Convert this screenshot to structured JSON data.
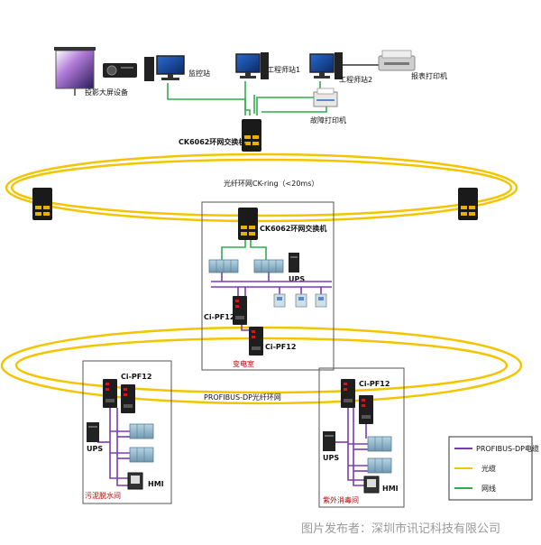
{
  "colors": {
    "fiber": "#f5c400",
    "profibus": "#7a3bb5",
    "ethernet": "#2fae4f",
    "substation_label": "#c00000"
  },
  "control_room": {
    "projector": "投影大屏设备",
    "monitor_station": "监控站",
    "engineer1": "工程师站1",
    "engineer2": "工程师站2",
    "report_printer": "报表打印机",
    "fault_printer": "故障打印机",
    "core_switch": "CK6062环网交换机"
  },
  "ring_fiber": {
    "label": "光纤环网CK-ring（<20ms）"
  },
  "substation": {
    "switch": "CK6062环网交换机",
    "ups": "UPS",
    "pf12_a": "Ci-PF12",
    "pf12_b": "Ci-PF12",
    "room": "变电室"
  },
  "ring_profibus": {
    "label": "PROFIBUS-DP光纤环网"
  },
  "sludge": {
    "pf12": "Ci-PF12",
    "ups": "UPS",
    "hmi": "HMI",
    "room": "污泥脱水间"
  },
  "uv": {
    "pf12": "Ci-PF12",
    "ups": "UPS",
    "hmi": "HMI",
    "room": "紫外消毒间"
  },
  "legend": {
    "items": [
      {
        "label": "PROFIBUS-DP电缆",
        "color": "#7a3bb5"
      },
      {
        "label": "光缆",
        "color": "#f5c400"
      },
      {
        "label": "网线",
        "color": "#2fae4f"
      }
    ]
  },
  "watermark": "图片发布者：深圳市讯记科技有限公司"
}
